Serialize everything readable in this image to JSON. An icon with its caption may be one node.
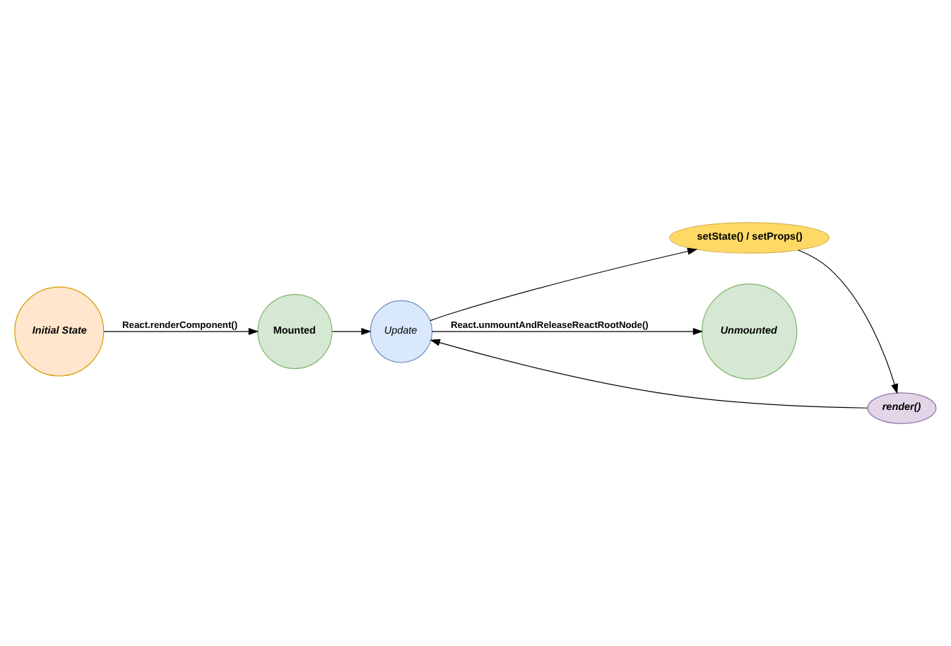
{
  "diagram": {
    "nodes": [
      {
        "text": [
          "Initial State"
        ]
      },
      {
        "text": [
          "Mounted"
        ]
      },
      {
        "text": [
          "Update"
        ]
      },
      {
        "text": [
          "setState() / setProps()"
        ]
      },
      {
        "text": [
          "render()"
        ]
      },
      {
        "text": [
          "Unmounted"
        ]
      }
    ],
    "edges": [
      {
        "from": 0,
        "to": 1,
        "arrow": "to",
        "label": "React.renderComponent()"
      },
      {
        "from": 1,
        "to": 2,
        "arrow": "to"
      },
      {
        "from": 2,
        "to": 3,
        "arrow": "to"
      },
      {
        "from": 3,
        "to": 4,
        "arrow": "to"
      },
      {
        "from": 4,
        "to": 2,
        "arrow": "to"
      },
      {
        "from": 2,
        "to": 5,
        "arrow": "to",
        "label": "React.unmountAndReleaseReactRootNode()"
      }
    ]
  }
}
